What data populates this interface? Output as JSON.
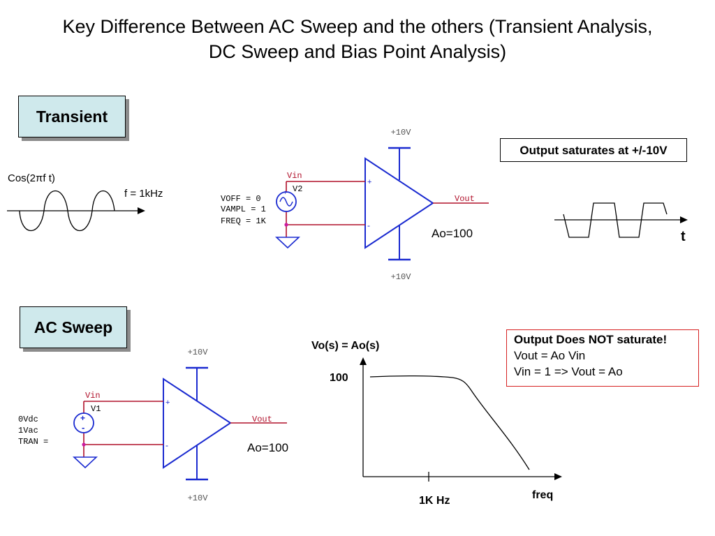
{
  "title": {
    "line1": "Key Difference Between AC Sweep and the others (Transient Analysis,",
    "line2": "DC Sweep and Bias Point Analysis)"
  },
  "transient": {
    "label": "Transient",
    "input_label": "Cos(2πf t)",
    "freq_label": "f = 1kHz",
    "circuit": {
      "vin": "Vin",
      "source_name": "V2",
      "voff": "VOFF = 0",
      "vampl": "VAMPL = 1",
      "freq": "FREQ = 1K",
      "vout": "Vout",
      "top_supply": "+10V",
      "bottom_supply": "+10V",
      "gain": "Ao=100",
      "plus": "+",
      "minus": "-"
    },
    "note": "Output saturates at +/-10V",
    "output_axis": "t"
  },
  "ac_sweep": {
    "label": "AC Sweep",
    "circuit": {
      "vin": "Vin",
      "source_name": "V1",
      "dc": "0Vdc",
      "ac": "1Vac",
      "tran": "TRAN =",
      "vout": "Vout",
      "top_supply": "+10V",
      "bottom_supply": "+10V",
      "gain": "Ao=100",
      "plus": "+",
      "minus": "-"
    },
    "plot": {
      "ylabel": "Vo(s) = Ao(s)",
      "ytick": "100",
      "xtick": "1K Hz",
      "xlabel": "freq"
    },
    "note": {
      "line1": "Output Does NOT saturate!",
      "line2": "Vout = Ao Vin",
      "line3": "Vin = 1  => Vout = Ao"
    }
  },
  "colors": {
    "wire_red": "#b0102a",
    "opamp_blue": "#1a2ad0",
    "label_bg": "#cfe9ec",
    "note_border_red": "#d62020",
    "pin_magenta": "#cc1aa0",
    "supply_gray": "#555555"
  }
}
